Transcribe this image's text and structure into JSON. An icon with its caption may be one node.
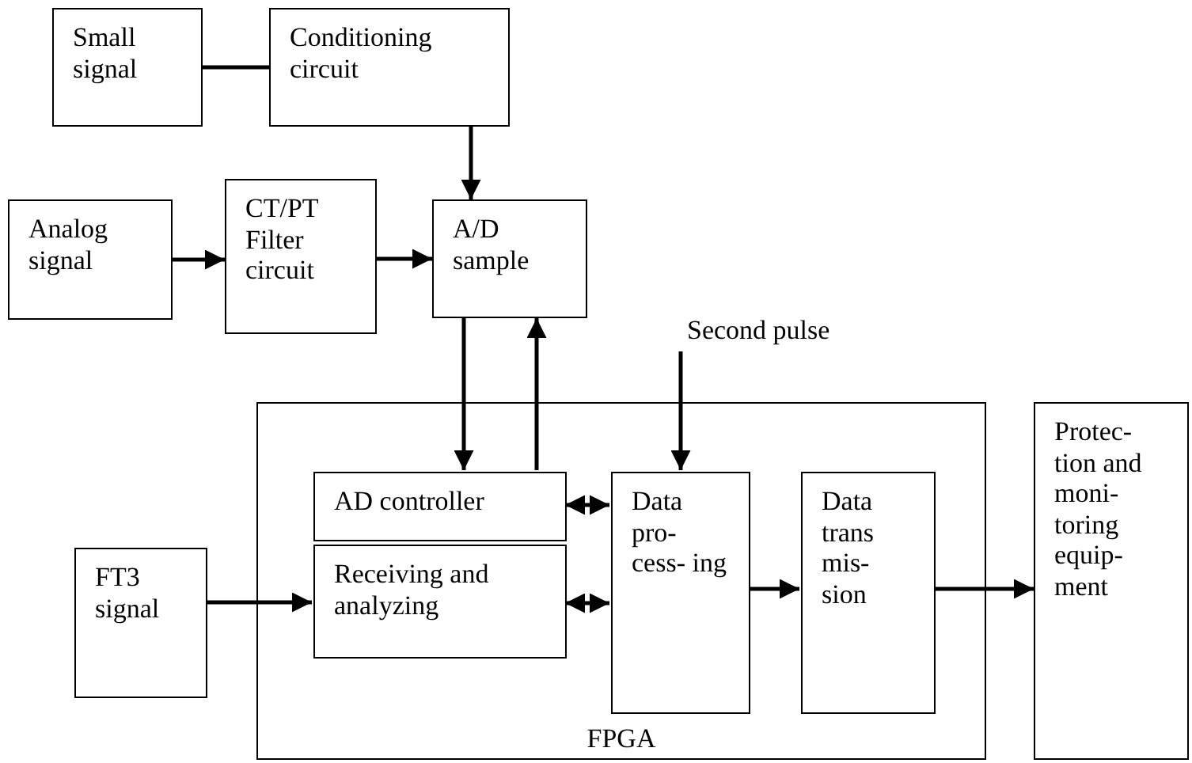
{
  "diagram": {
    "nodes": [
      {
        "text": [
          "Small signal"
        ]
      },
      {
        "text": [
          "Conditioning circuit"
        ]
      },
      {
        "text": [
          "Analog signal"
        ]
      },
      {
        "text": [
          "CT/PT Filter circuit"
        ]
      },
      {
        "text": [
          "A/D sample"
        ]
      },
      {
        "text": [
          "Second pulse"
        ]
      },
      {
        "text": [
          "FPGA"
        ]
      },
      {
        "text": [
          "AD controller"
        ],
        "in": 6
      },
      {
        "text": [
          "Receiving and analyzing"
        ],
        "in": 6
      },
      {
        "text": [
          "Data pro- cess- ing"
        ],
        "in": 6
      },
      {
        "text": [
          "Data trans mis- sion"
        ],
        "in": 6
      },
      {
        "text": [
          "FT3 signal"
        ]
      },
      {
        "text": [
          "Protec- tion and moni- toring equip- ment"
        ]
      }
    ],
    "edges": [
      {
        "from": 0,
        "to": 1,
        "arrow": "none"
      },
      {
        "from": 1,
        "to": 4,
        "arrow": "to"
      },
      {
        "from": 2,
        "to": 3,
        "arrow": "to"
      },
      {
        "from": 3,
        "to": 4,
        "arrow": "to"
      },
      {
        "from": 4,
        "to": 7,
        "arrow": "to"
      },
      {
        "from": 7,
        "to": 4,
        "arrow": "to"
      },
      {
        "from": 5,
        "to": 9,
        "arrow": "to"
      },
      {
        "from": 7,
        "to": 9,
        "arrow": "both"
      },
      {
        "from": 11,
        "to": 8,
        "arrow": "to"
      },
      {
        "from": 8,
        "to": 9,
        "arrow": "both"
      },
      {
        "from": 9,
        "to": 10,
        "arrow": "to"
      },
      {
        "from": 10,
        "to": 12,
        "arrow": "to"
      }
    ]
  }
}
